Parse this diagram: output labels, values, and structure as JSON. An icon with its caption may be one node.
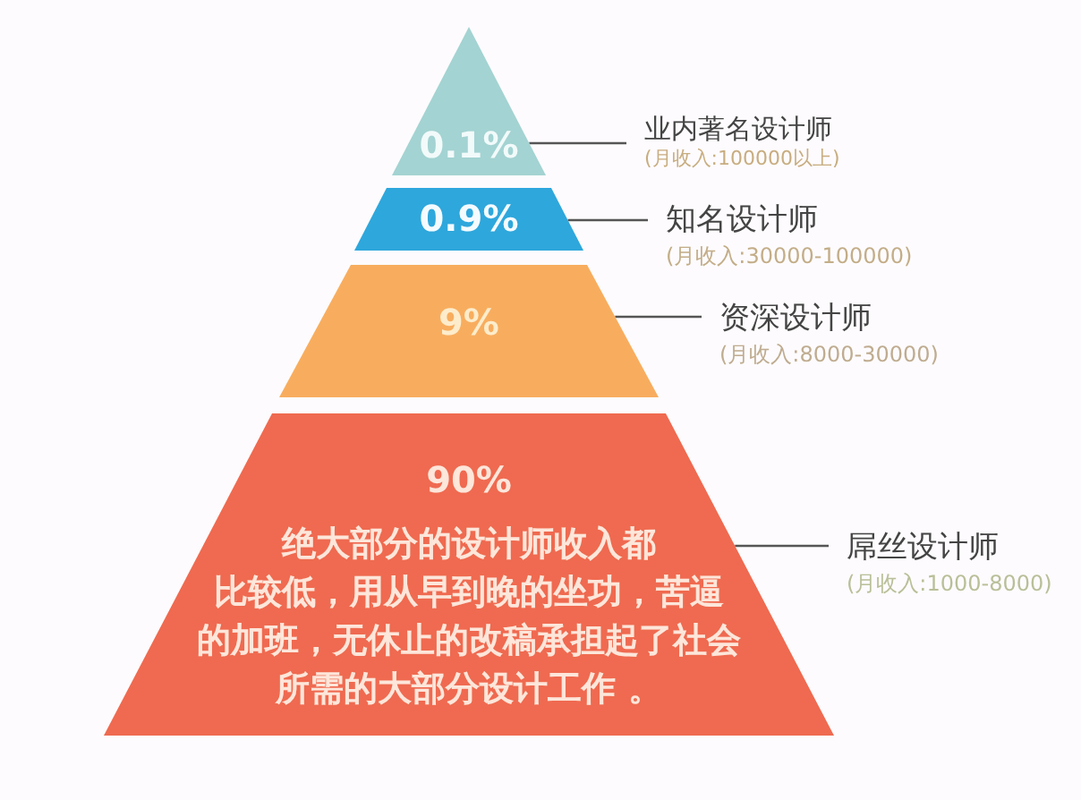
{
  "diagram": {
    "nodes": [
      {
        "text": [
          "0.1%"
        ]
      },
      {
        "text": [
          "业内著名设计师",
          "(月收入:100000以上)"
        ]
      },
      {
        "text": [
          "0.9%"
        ]
      },
      {
        "text": [
          "知名设计师",
          "(月收入:30000-100000)"
        ]
      },
      {
        "text": [
          "9%"
        ]
      },
      {
        "text": [
          "资深设计师",
          "(月收入:8000-30000)"
        ]
      },
      {
        "text": [
          "90%",
          "绝大部分的设计师收入都比较低，用从早到晚的坐功，苦逼的加班，无休止的改稿承担起了社会所需的大部分设计工作 。"
        ]
      },
      {
        "text": [
          "屌丝设计师",
          "(月收入:1000-8000)"
        ]
      }
    ],
    "edges": [
      {
        "from": 1,
        "to": 0,
        "arrow": "none"
      },
      {
        "from": 3,
        "to": 2,
        "arrow": "none"
      },
      {
        "from": 5,
        "to": 4,
        "arrow": "none"
      },
      {
        "from": 7,
        "to": 6,
        "arrow": "none"
      }
    ]
  }
}
